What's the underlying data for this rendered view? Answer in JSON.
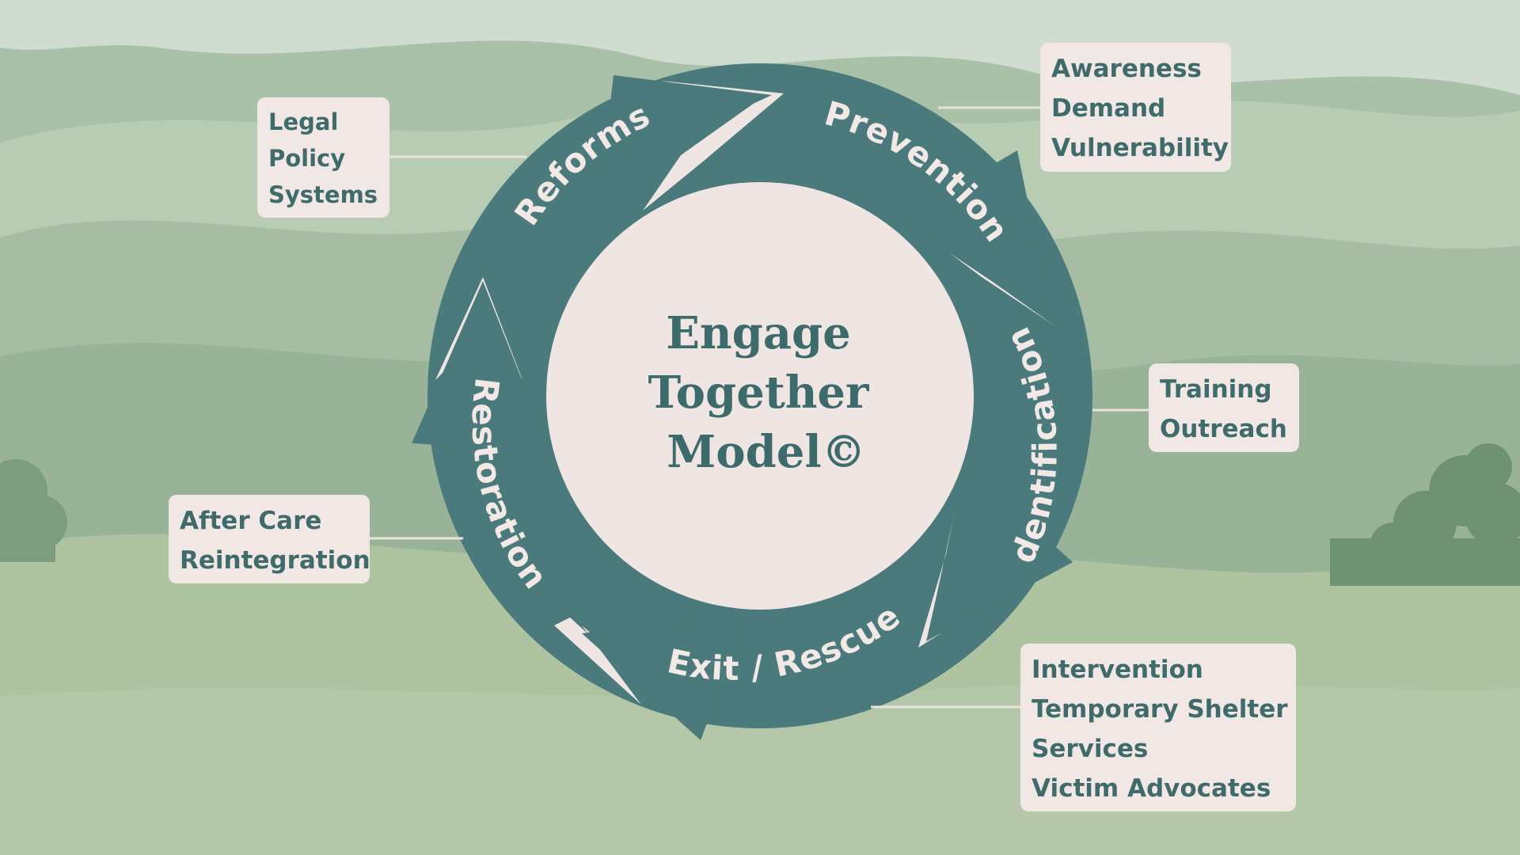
{
  "colors": {
    "ring": "#4a7a7b",
    "center_fill": "#efe6e4",
    "label_text": "#f2e8e5",
    "box_bg": "#f1e7e4",
    "box_text": "#3f6b6b",
    "background": "#b4c7a8"
  },
  "center": {
    "line1": "Engage",
    "line2": "Together",
    "line3": "Model©"
  },
  "stages": [
    {
      "label": "Prevention"
    },
    {
      "label": "Identification"
    },
    {
      "label": "Exit / Rescue"
    },
    {
      "label": "Restoration"
    },
    {
      "label": "Reforms"
    }
  ],
  "boxes": {
    "reforms": [
      "Legal",
      "Policy",
      "Systems"
    ],
    "prevention": [
      "Awareness",
      "Demand",
      "Vulnerability"
    ],
    "identification": [
      "Training",
      "Outreach"
    ],
    "restoration": [
      "After Care",
      "Reintegration"
    ],
    "exit": [
      "Intervention",
      "Temporary Shelter",
      "Services",
      "Victim Advocates"
    ]
  }
}
